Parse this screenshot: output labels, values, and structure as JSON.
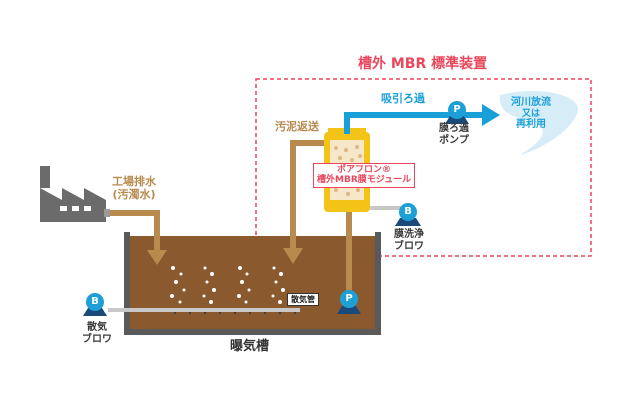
{
  "title": "槽外 MBR 標準装置",
  "module_label_line1": "ポアフロン®",
  "module_label_line2": "槽外MBR膜モジュール",
  "factory_label_line1": "工場排水",
  "factory_label_line2": "(汚濁水)",
  "sludge_return_label": "汚泥返送",
  "suction_label": "吸引ろ過",
  "filtration_pump_line1": "膜ろ過",
  "filtration_pump_line2": "ポンプ",
  "river_line1": "河川放流",
  "river_line2": "又は",
  "river_line3": "再利用",
  "membrane_wash_line1": "膜洗浄",
  "membrane_wash_line2": "ブロワ",
  "diffuser_pipe_label": "散気管",
  "aeration_blower_line1": "散気",
  "aeration_blower_line2": "ブロワ",
  "tank_label": "曝気槽",
  "blower_symbol": "B",
  "pump_symbol": "P",
  "colors": {
    "accent_pink": "#e8475c",
    "sludge_brown": "#8a5a2e",
    "pipe_brown": "#b98a4e",
    "flow_blue": "#1aa0d8",
    "tank_gray": "#5a5a5a",
    "module_yellow": "#f3c318"
  }
}
